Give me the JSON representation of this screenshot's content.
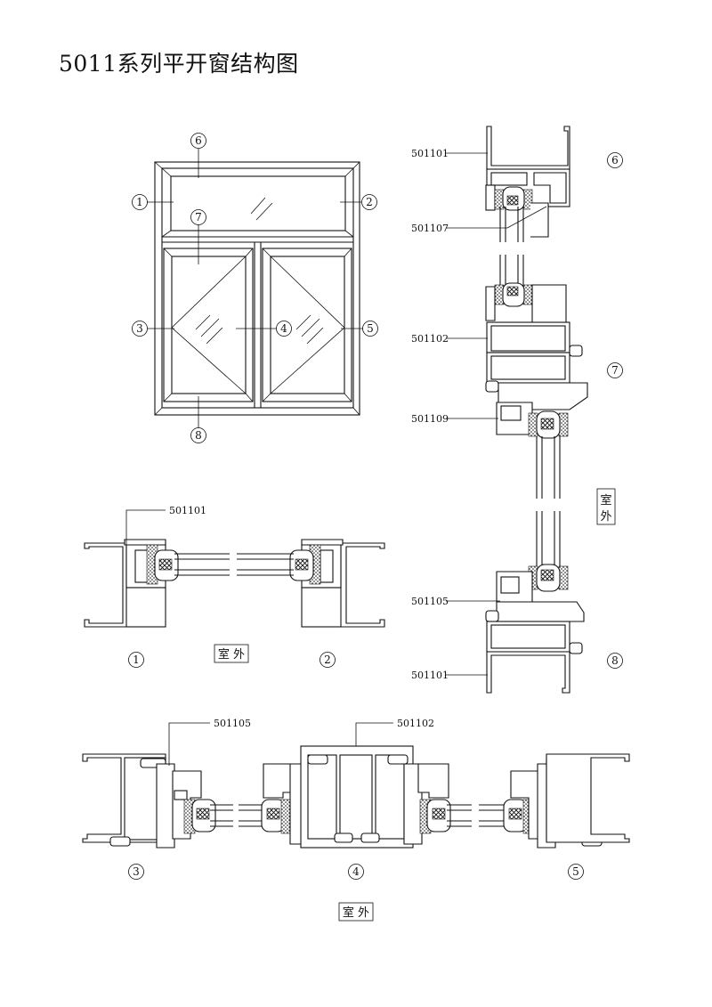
{
  "title": "5011系列平开窗结构图",
  "callouts": {
    "c1": "1",
    "c2": "2",
    "c3": "3",
    "c4": "4",
    "c5": "5",
    "c6": "6",
    "c7": "7",
    "c8": "8"
  },
  "part_codes": {
    "right_top_frame": "501101",
    "right_glass_bead": "501107",
    "right_mullion": "501102",
    "right_sash_bead": "501109",
    "right_bottom_bead": "501105",
    "right_bottom_frame": "501101",
    "left_frame": "501101",
    "bottom_sash_bead": "501105",
    "bottom_mullion": "501102"
  },
  "section_numbers": {
    "s1": "1",
    "s2": "2",
    "s3": "3",
    "s4": "4",
    "s5": "5",
    "v6": "6",
    "v7": "7",
    "v8": "8"
  },
  "exterior_label": "室 外",
  "exterior_label_vertical": [
    "室",
    "外"
  ]
}
